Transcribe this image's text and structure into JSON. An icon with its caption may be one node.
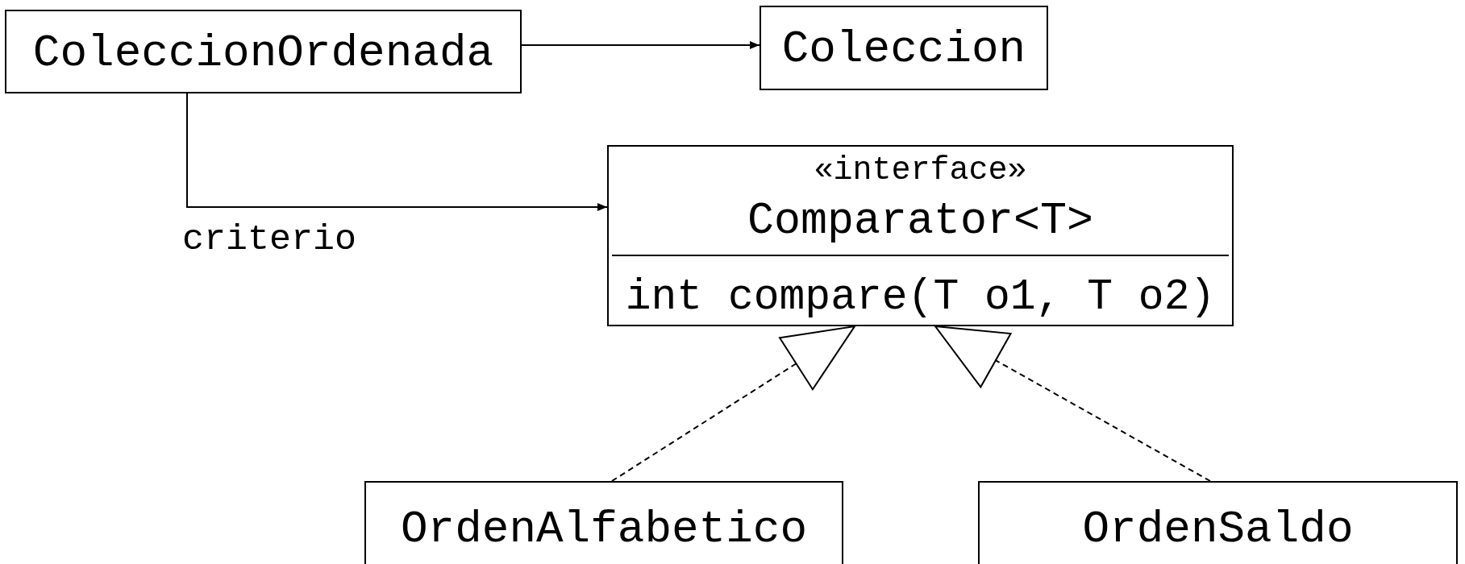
{
  "diagram": {
    "nodes": [
      {
        "text": [
          "ColeccionOrdenada"
        ]
      },
      {
        "text": [
          "Coleccion"
        ]
      },
      {
        "text": [
          "«interface»",
          "Comparator<T>",
          "int compare(T o1, T o2)"
        ]
      },
      {
        "text": [
          "OrdenAlfabetico"
        ]
      },
      {
        "text": [
          "OrdenSaldo"
        ]
      }
    ],
    "edges": [
      {
        "from": 0,
        "to": 1,
        "arrow": "to"
      },
      {
        "from": 0,
        "to": 2,
        "arrow": "to",
        "label": "criterio"
      },
      {
        "from": 3,
        "to": 2,
        "arrow": "to",
        "style": "dashed"
      },
      {
        "from": 4,
        "to": 2,
        "arrow": "to",
        "style": "dashed"
      }
    ]
  }
}
